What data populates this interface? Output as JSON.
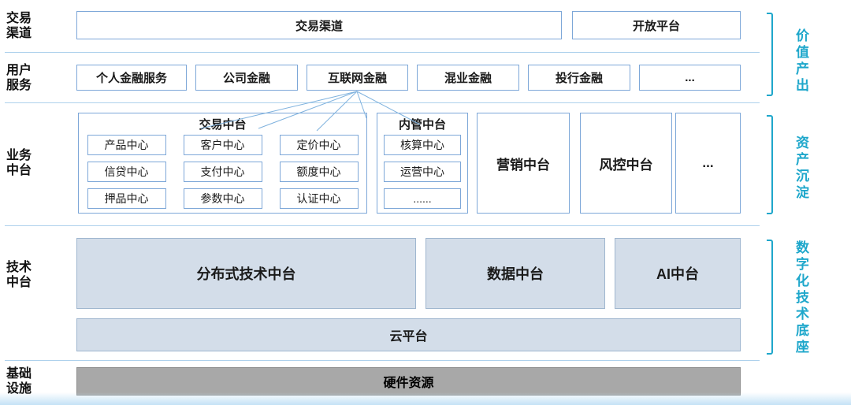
{
  "colors": {
    "box_border": "#7da7d8",
    "tech_fill": "#d3dde9",
    "hardware_fill": "#a8a8a8",
    "accent_cyan": "#1ea7cb",
    "divider": "#aed1ec"
  },
  "side_labels": [
    "交易\n渠道",
    "用户\n服务",
    "业务\n中台",
    "技术\n中台",
    "基础\n设施"
  ],
  "row1": {
    "channel": "交易渠道",
    "open": "开放平台"
  },
  "row2": [
    "个人金融服务",
    "公司金融",
    "互联网金融",
    "混业金融",
    "投行金融",
    "..."
  ],
  "business": {
    "trade": {
      "title": "交易中台",
      "cells": [
        "产品中心",
        "客户中心",
        "定价中心",
        "信贷中心",
        "支付中心",
        "额度中心",
        "押品中心",
        "参数中心",
        "认证中心"
      ]
    },
    "internal": {
      "title": "内管中台",
      "cells": [
        "核算中心",
        "运营中心",
        "......"
      ]
    },
    "marketing": "营销中台",
    "risk": "风控中台",
    "more": "..."
  },
  "tech": {
    "distributed": "分布式技术中台",
    "data": "数据中台",
    "ai": "AI中台",
    "cloud": "云平台"
  },
  "infra": {
    "hardware": "硬件资源"
  },
  "annotations": [
    "价值产出",
    "资产沉淀",
    "数字化技术底座"
  ]
}
